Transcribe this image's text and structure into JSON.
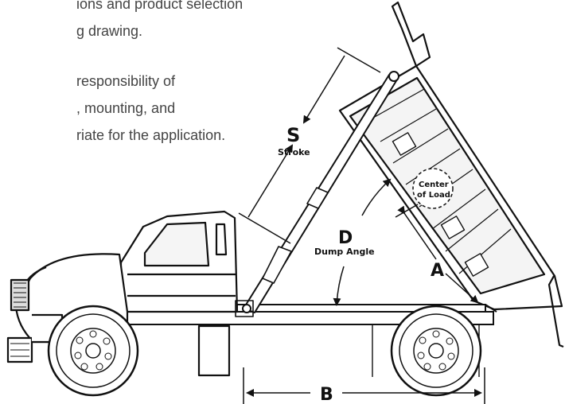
{
  "intro_lines": [
    "ions and product selection",
    "g drawing.",
    "responsibility of",
    ", mounting, and",
    "riate for the application."
  ],
  "labels": {
    "S": "S",
    "stroke": "Stroke",
    "D": "D",
    "dump_angle": "Dump Angle",
    "A": "A",
    "B": "B",
    "center_line1": "Center",
    "center_line2": "of Load"
  }
}
